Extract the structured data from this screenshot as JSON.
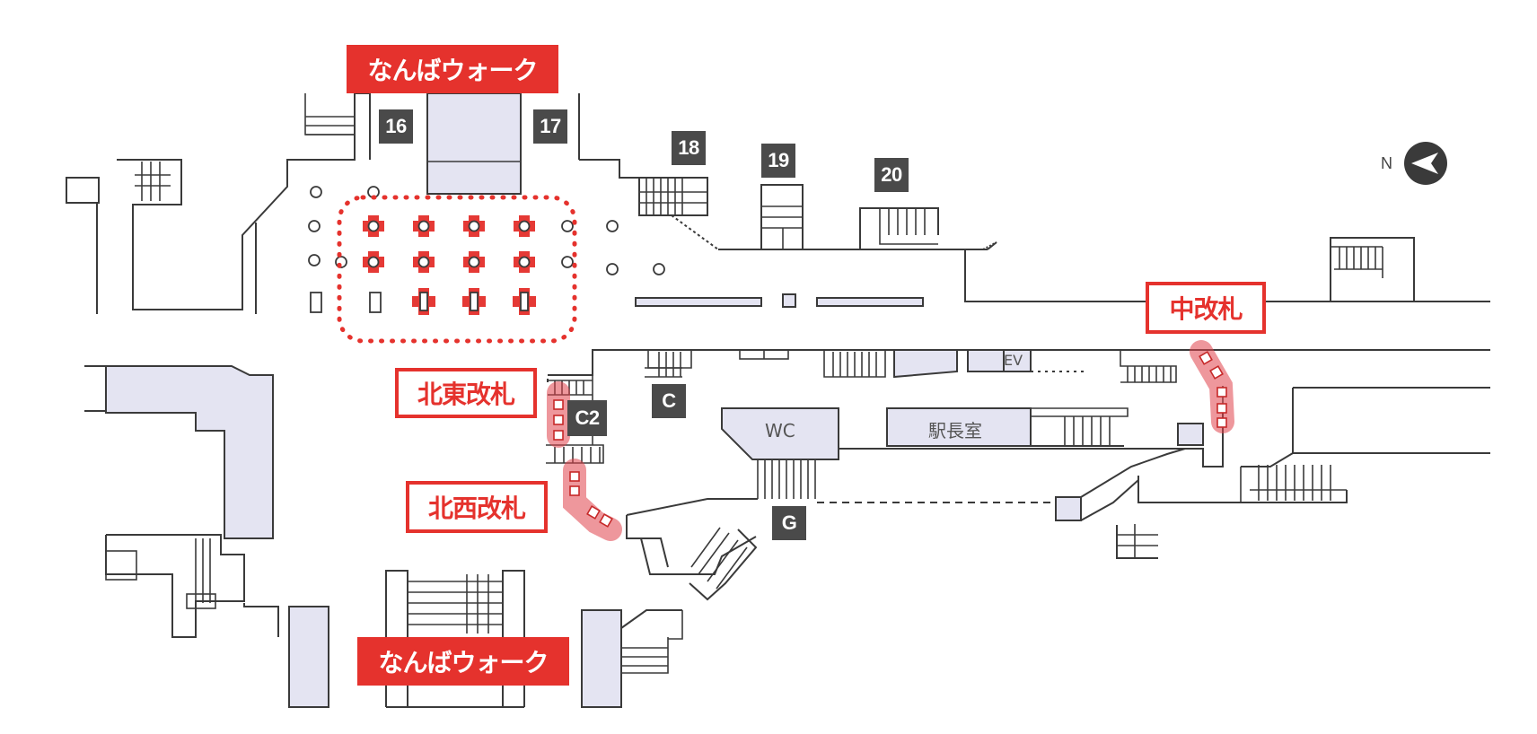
{
  "labels": {
    "namba_walk_top": "なんばウォーク",
    "namba_walk_bottom": "なんばウォーク",
    "north_east_gate": "北東改札",
    "north_west_gate": "北西改札",
    "center_gate": "中改札"
  },
  "exits": {
    "e16": "16",
    "e17": "17",
    "e18": "18",
    "e19": "19",
    "e20": "20",
    "c": "C",
    "c2": "C2",
    "g": "G"
  },
  "rooms": {
    "wc": "WC",
    "station_master": "駅長室",
    "ev": "EV"
  },
  "compass": {
    "letter": "N",
    "icon": "north-arrow-icon"
  },
  "colors": {
    "label_red": "#e5322d",
    "exit_gray": "#4a4a4a",
    "room_fill": "#e4e4f2",
    "gate_glow": "#e0424a"
  }
}
